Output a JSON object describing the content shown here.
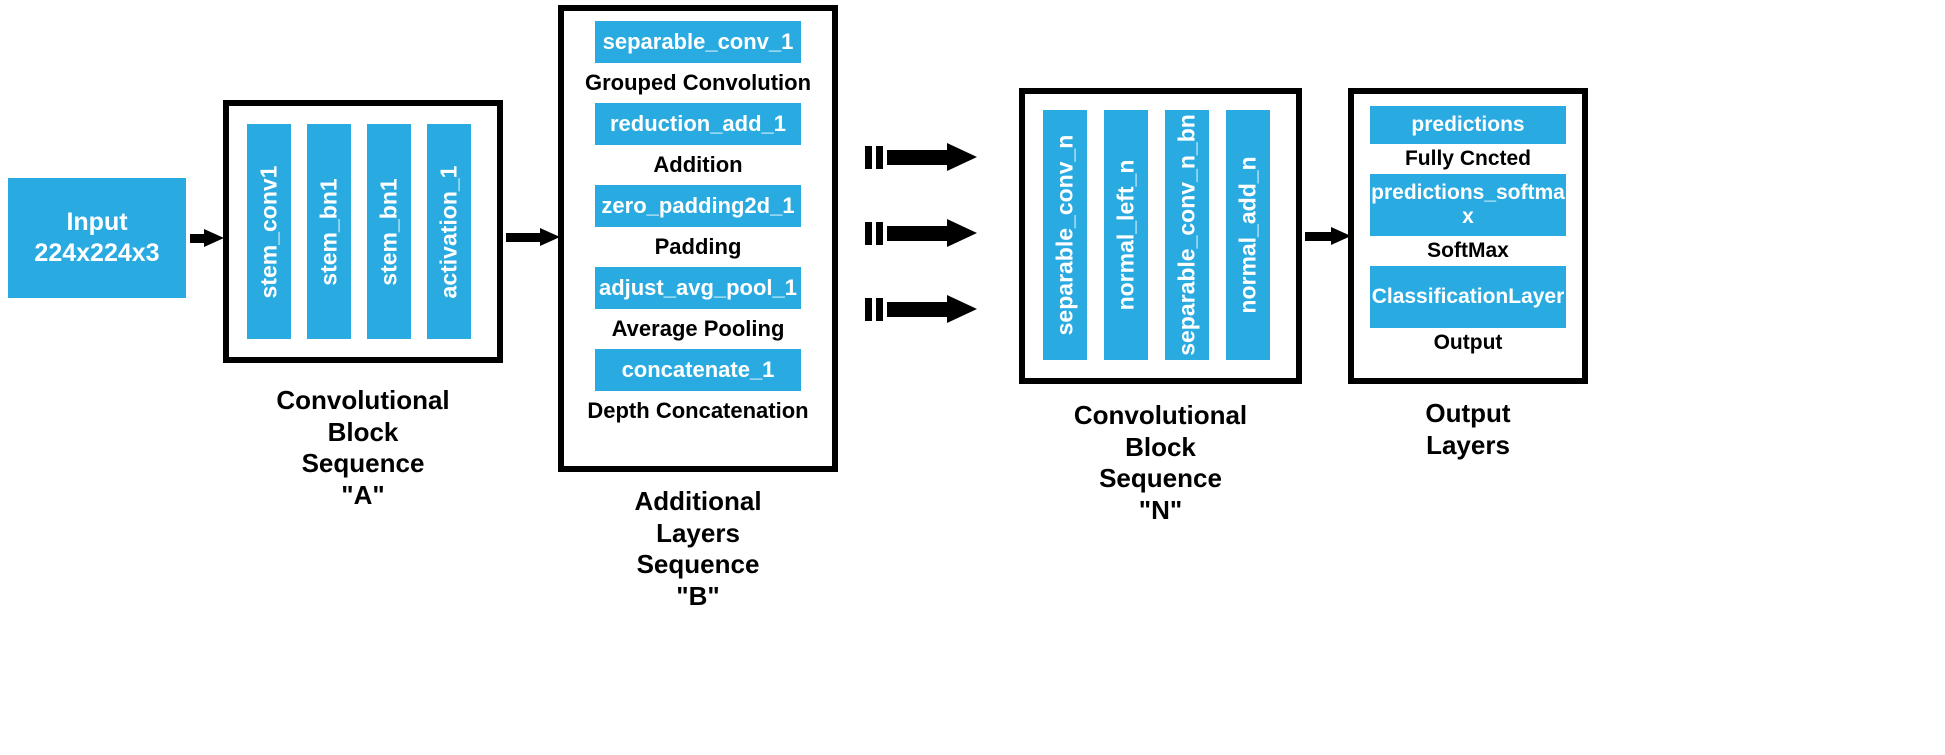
{
  "diagram": {
    "title": "CNN architecture block diagram",
    "accent_color": "#29ABE2",
    "outline_color": "#000000",
    "background_color": "#FFFFFF"
  },
  "input": {
    "line1": "Input",
    "line2": "224x224x3"
  },
  "block_a": {
    "caption": "Convolutional\nBlock\nSequence\n\"A\"",
    "layers": [
      {
        "name": "stem_conv1"
      },
      {
        "name": "stem_bn1"
      },
      {
        "name": "stem_bn1"
      },
      {
        "name": "activation_1"
      }
    ]
  },
  "block_b": {
    "caption": "Additional\nLayers\nSequence\n\"B\"",
    "layers": [
      {
        "name": "separable_conv_1",
        "type": "Grouped Convolution"
      },
      {
        "name": "reduction_add_1",
        "type": "Addition"
      },
      {
        "name": "zero_padding2d_1",
        "type": "Padding"
      },
      {
        "name": "adjust_avg_pool_1",
        "type": "Average Pooling"
      },
      {
        "name": "concatenate_1",
        "type": "Depth Concatenation"
      }
    ]
  },
  "block_n": {
    "caption": "Convolutional\nBlock\nSequence\n\"N\"",
    "layers": [
      {
        "name": "separable_conv_n"
      },
      {
        "name": "normal_left_n"
      },
      {
        "name": "separable_conv_n_bn"
      },
      {
        "name": "normal_add_n"
      }
    ]
  },
  "block_out": {
    "caption": "Output\nLayers",
    "layers": [
      {
        "name": "predictions",
        "type": "Fully Cncted"
      },
      {
        "name": "predictions_softmax",
        "type": "SoftMax"
      },
      {
        "name": "ClassificationLayer",
        "type": "Output"
      }
    ]
  },
  "connectors": {
    "input_to_a": "arrow-right",
    "a_to_b": "arrow-right",
    "b_to_n": [
      "arrow-right-repeat",
      "arrow-right-repeat",
      "arrow-right-repeat"
    ],
    "n_to_out": "arrow-right"
  }
}
